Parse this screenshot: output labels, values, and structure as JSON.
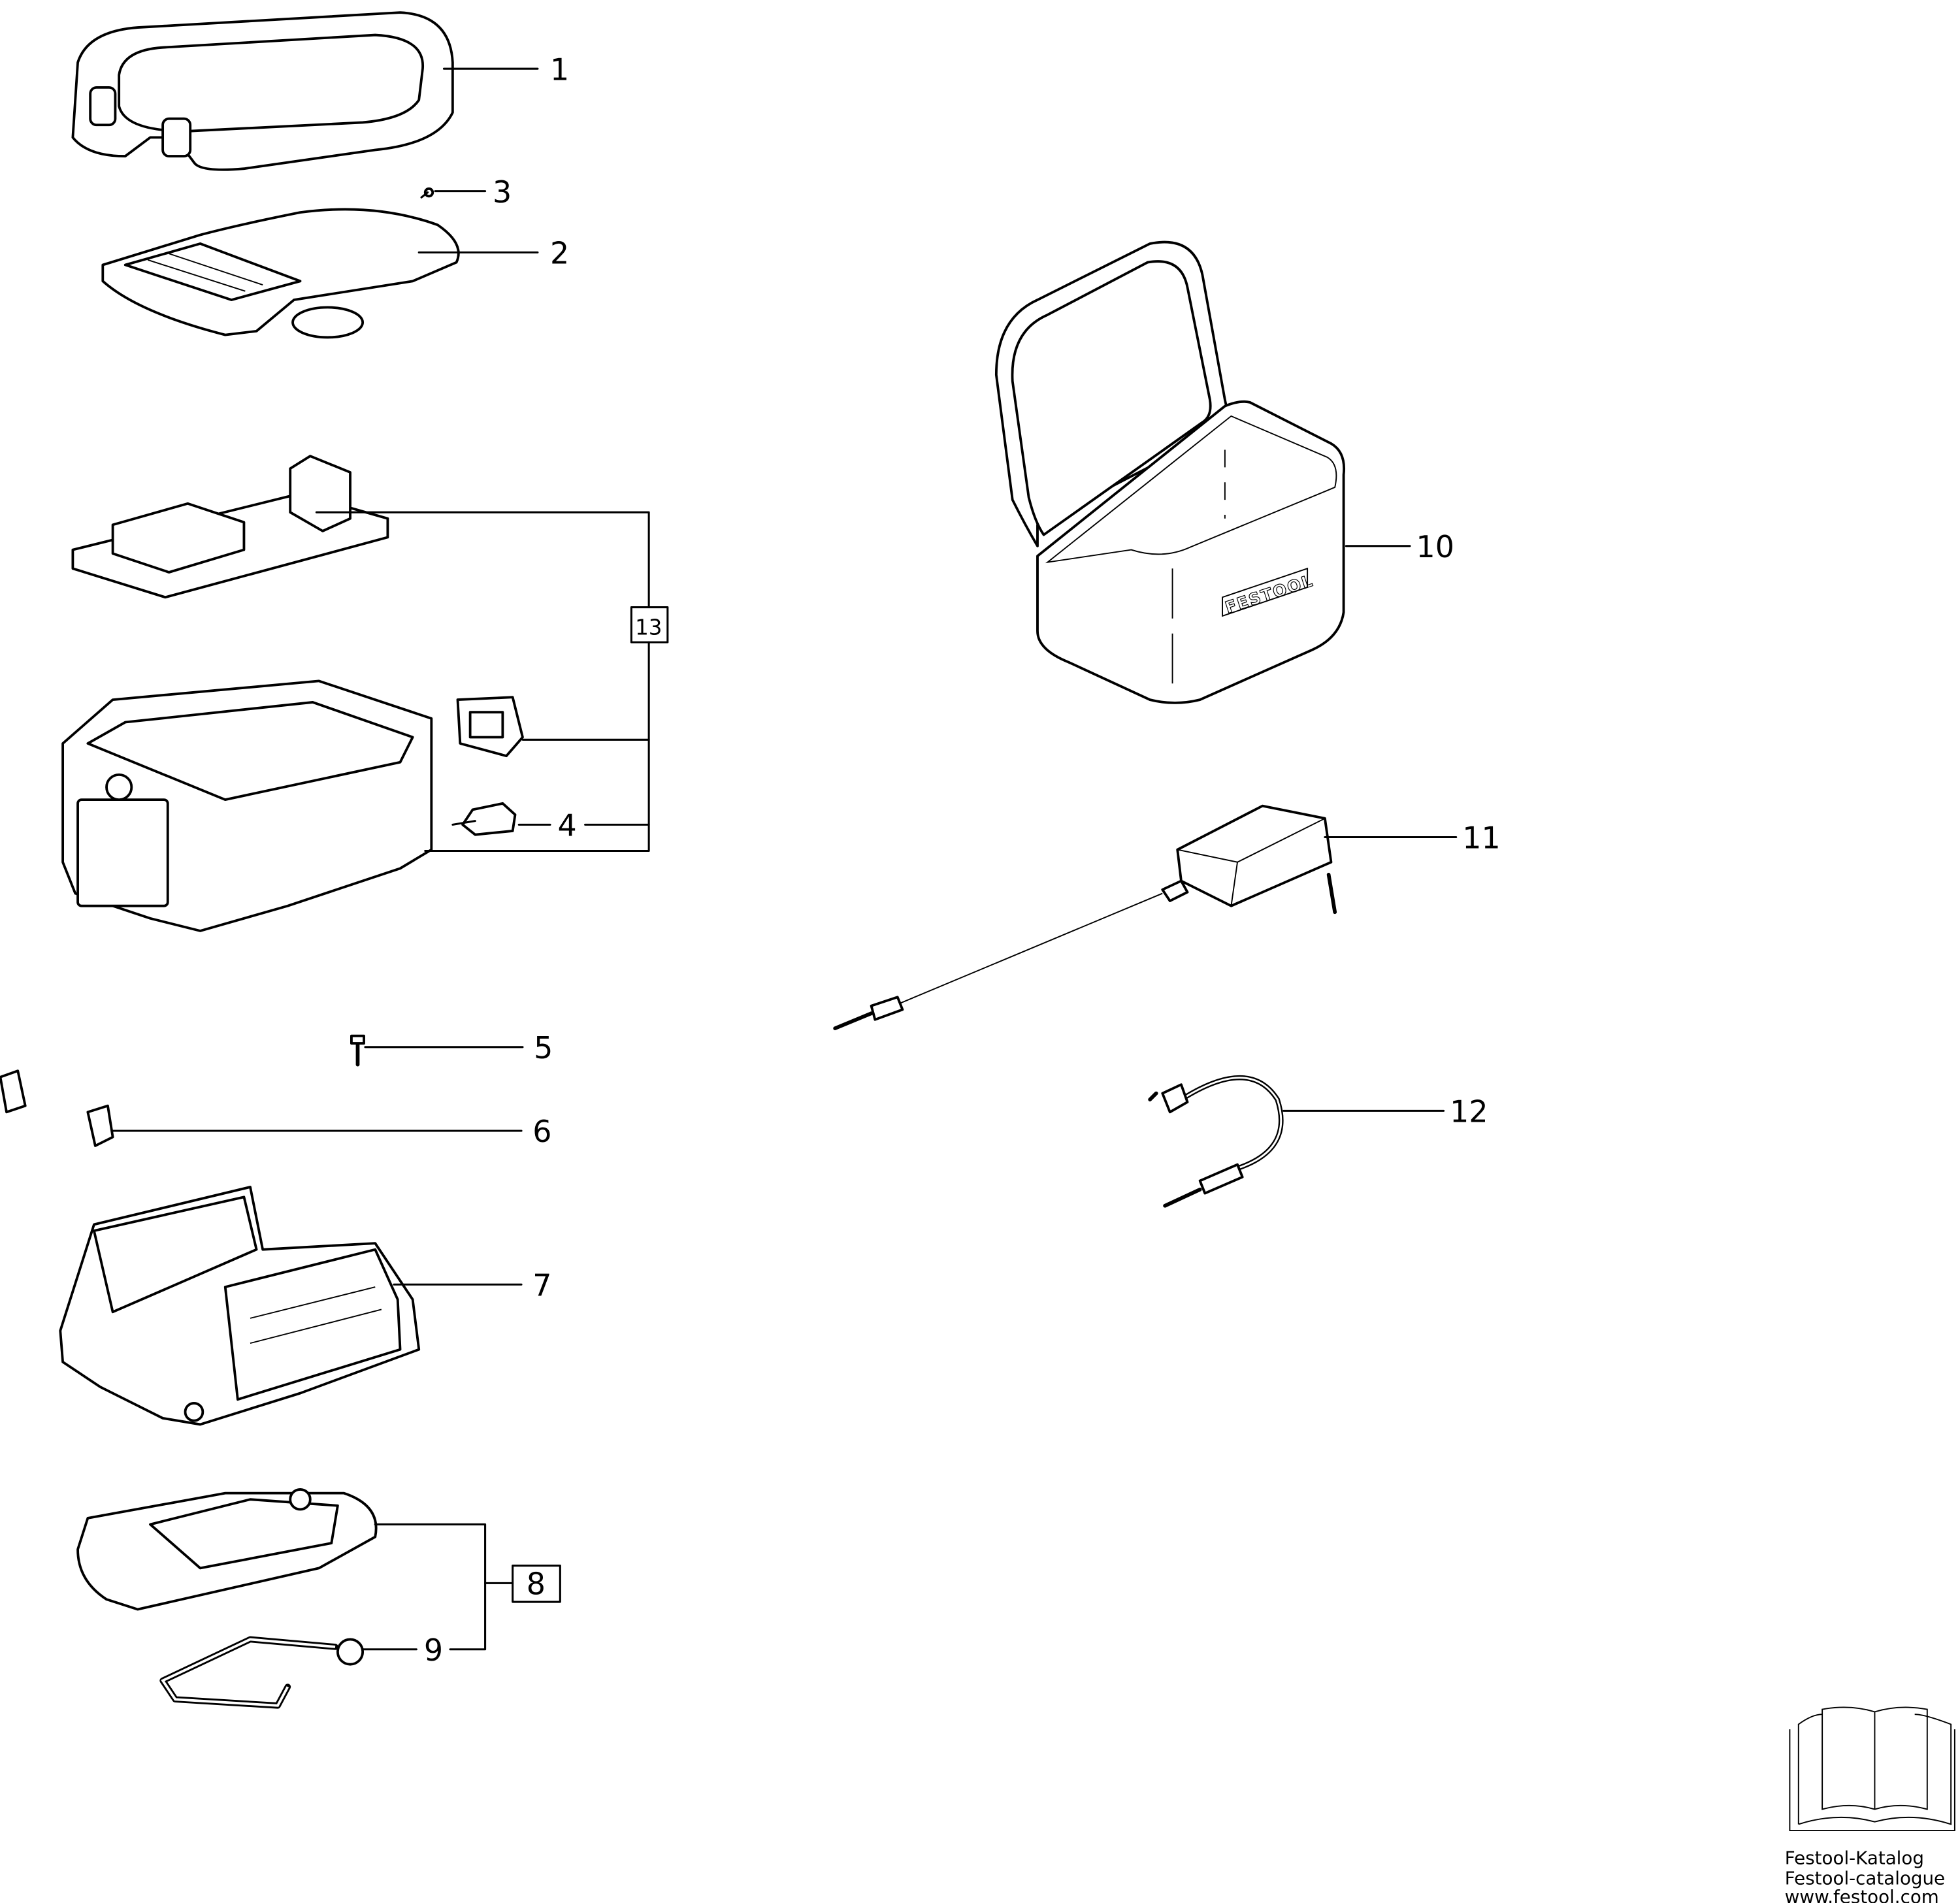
{
  "callouts": {
    "p1": "1",
    "p2": "2",
    "p3": "3",
    "p4": "4",
    "p5": "5",
    "p6": "6",
    "p7": "7",
    "p8": "8",
    "p9": "9",
    "p10": "10",
    "p11": "11",
    "p12": "12",
    "p13": "13"
  },
  "bag_logo": "FESTOOL",
  "catalog": {
    "line1": "Festool-Katalog",
    "line2": "Festool-catalogue",
    "url": "www.festool.com"
  }
}
